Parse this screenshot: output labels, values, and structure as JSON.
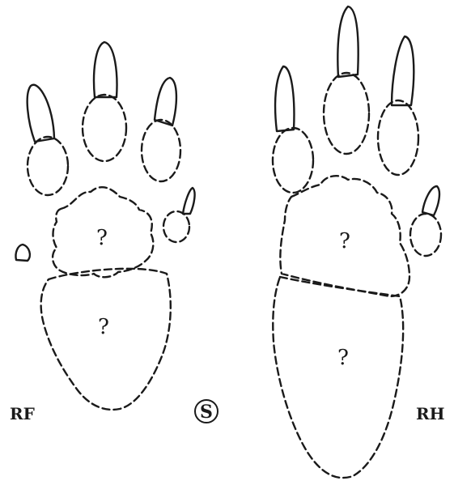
{
  "feet": {
    "right_fore": {
      "label": "RF",
      "interdigital_pad_mark": "?",
      "proximal_pad_mark": "?"
    },
    "right_hind": {
      "label": "RH",
      "interdigital_pad_mark": "?",
      "proximal_pad_mark": "?"
    }
  },
  "scale_symbol": "S",
  "colors": {
    "ink": "#1a1a1a",
    "background": "#ffffff"
  }
}
